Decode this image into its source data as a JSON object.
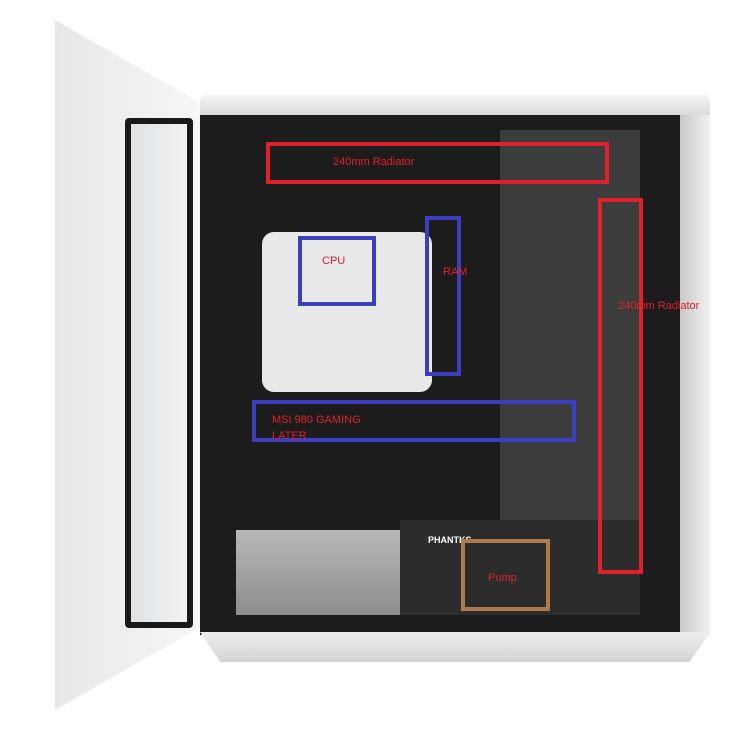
{
  "annotations": {
    "radiator_top": {
      "label": "240mm Radiator",
      "color": "#e0202a"
    },
    "radiator_front": {
      "label": "240mm Radiator",
      "color": "#e0202a"
    },
    "cpu": {
      "label": "CPU",
      "color": "#3a3fc0"
    },
    "ram": {
      "label": "RAM",
      "color": "#3a3fc0"
    },
    "gpu": {
      "label": "MSI 980 GAMING",
      "label2": "LATER",
      "color": "#3a3fc0"
    },
    "pump": {
      "label": "Pump",
      "color": "#b07a50"
    }
  },
  "case_brand": "PHANTKS"
}
